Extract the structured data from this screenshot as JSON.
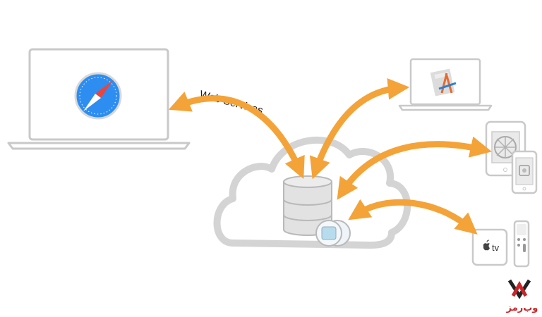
{
  "diagram": {
    "web_services_label": "Web Services",
    "appletv_label": "tv",
    "brand_label": "وب‌رمز",
    "colors": {
      "arrow": "#f4a338",
      "cloud": "#d4d4d4",
      "device_frame": "#c9c9c9",
      "device_fill": "#ffffff",
      "db": "#e2e2e2",
      "db_stroke": "#b9b9b9",
      "safari_blue": "#2d8df1",
      "brand_red": "#c8262b",
      "brand_dark": "#222222"
    },
    "icons": [
      "safari-icon",
      "xcode-icon",
      "database-icon",
      "cloudkit-icon",
      "apple-tv-icon",
      "brand-logo"
    ]
  }
}
